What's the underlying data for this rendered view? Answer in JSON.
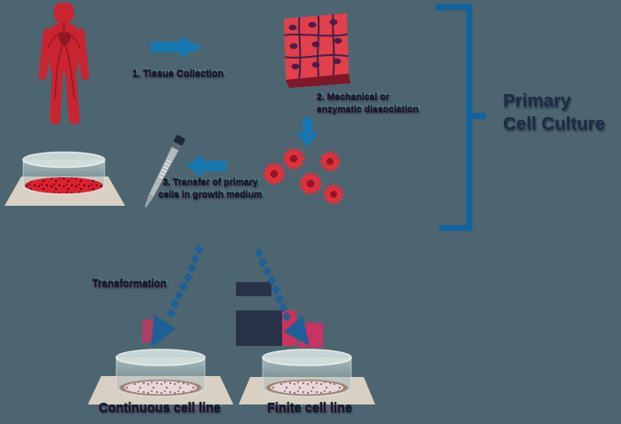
{
  "colors": {
    "background": "#4C6570",
    "arrow_blue": "#1878B2",
    "bracket_blue": "#11639E",
    "diamond_blue": "#1D5F96",
    "figure_red": "#C92430",
    "tissue_red": "#E2414B",
    "medium_red": "#DF1F2A",
    "text_dark": "#10192B",
    "title_navy": "#1E2A49"
  },
  "steps": [
    {
      "label": "1. Tissue Collection"
    },
    {
      "line1": "2. Mechanical or",
      "line2": "enzymatic dissociation"
    },
    {
      "line1": "3. Transfer of primary",
      "line2": "cells in growth medium"
    }
  ],
  "bracket": {
    "line1": "Primary",
    "line2": "Cell Culture"
  },
  "transformation": {
    "label": "Transformation"
  },
  "outcomes": [
    {
      "label": "Continuous cell line"
    },
    {
      "label": "Finite cell line"
    }
  ],
  "figures": {
    "human": "human-figure",
    "tissue": "tissue-block",
    "cells": "dissociated-cell-cluster",
    "pipette": "pipette",
    "primary_dish": "petri-dish-primary-culture",
    "continuous_dish": "petri-dish-continuous",
    "finite_dish": "petri-dish-finite"
  }
}
